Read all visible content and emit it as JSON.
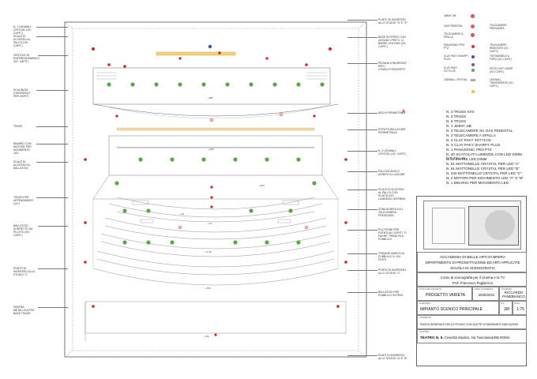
{
  "left_labels": [
    "N. 1 LEDWALL CRYSTAL (vd. capit.)",
    "SCALE DI ACCESSO AL PALCO (vd. capit.)",
    "VENTOLE DI RAFFREDDAMENTO (vd. capit.)",
    "SCALINATA D'INGRESSO PER OSPITI",
    "TRUSS",
    "BINARIO CON MOTORE PER MOVIMENTO LED",
    "SCALE DI ACCESSO AL BALLATOIO",
    "TRUSS PER APPENDIMENTI LUCI",
    "BALLATOIO SORRETTO DA PILOTIS (vd. capit.)",
    "PUNTO DI INGRESSO ALLO STUDIO \"C\"",
    "PASERA METALLICA PER BASE TRUSS"
  ],
  "right_labels": [
    "PUNTO DI INGRESSO ALLO STUDIO \"D\" E \"E\"",
    "BASE IN FERRO CON AGGANCI PER N. 11 BARRE LED DMX (vd. capit.)",
    "PEDANA D'INGRESSO PER I CONDUTTORI/OSPITI",
    "ARCHI PERIMETRALI",
    "STRUTTURA LAYHER PERIMETRALE",
    "N. 3 LEDWALL CRYSTAL (vd. capit.)",
    "PALCOSCENICO ADIBITO A LLAZIONE",
    "SCALE DI ACCESSO AL PALCO CON SCATOLATO LUMINOSO INTERNO",
    "ZONA ADIBITA A N.1 TELECAMERA PRESIDIATA",
    "POLTRONE PER EVENTUALI OSPITI \"O PADRE\" PRIMA FILA PUBBLICO",
    "TRIBUNE ADIBITE AL PUBBLICO N. 194 POSTI",
    "PUNTO DI INGRESSO ALLO STUDIO \"C\"",
    "BALLATOIO PER PUBBLICO IN PIEDI",
    "PUNTI DI INGRESSO ALLO STUDIO \"A\" E \"B\""
  ],
  "legend": [
    {
      "name": "JIMMY JIB",
      "color": "#e05050",
      "side": "left"
    },
    {
      "name": "TELECAMERE PRESIDIATE",
      "color": "#e06060",
      "side": "right"
    },
    {
      "name": "GAS PEDESTAL",
      "color": "#e05050",
      "side": "left"
    },
    {
      "name": "TELECAMERE A SPALLA",
      "color": "#e05050",
      "side": "left"
    },
    {
      "name": "PANASONIC PRO PTZ",
      "color": "#e03030",
      "side": "left"
    },
    {
      "name": "TELECAMERE REMOTATE (vd. capit.)",
      "color": "#cc2222",
      "side": "right"
    },
    {
      "name": "CLAY PAKY SHARPY PLUS",
      "color": "#3a4fc0",
      "side": "left"
    },
    {
      "name": "TESTAMOBILE A FORO (vd. capit.)",
      "color": "#9b3fb0",
      "side": "right"
    },
    {
      "name": "CLAY PAKY XSTYLOS",
      "color": "#4cae4c",
      "side": "left"
    },
    {
      "name": "SPOTLIGHT LASER (vd. capit.)",
      "color": "#4cae4c",
      "side": "right"
    },
    {
      "name": "LEDWALL CRYSTAL",
      "color": "#aaaaaa",
      "side": "left"
    },
    {
      "name": "LEDWALL TRASPARENTE (vd. capit.)",
      "color": "#f0c030",
      "side": "right"
    }
  ],
  "equipment_list": [
    "N. 3 TRUSS XXX",
    "N. 3 TRUSS",
    "N. 6 TRUSS",
    "N. 1 JIMMY JIB",
    "N. 3 TELECAMERE SU GAS PEDESTAL",
    "N. 2 TELECAMERE A SPALLA",
    "N. 4 CLAY PAKY XSTYLOS",
    "N. X CLAY PAKY SHARPY PLUS",
    "N. 1 PANASONIC PRO PTZ",
    "N. 20 SCATOLATI LUMINOSI CON LED DIMM (vd.tav. x)",
    "N. 11 BARRE LED DIMM",
    "N. 91 MATTONELLE CRYSTAL PER LED \"A\"",
    "N. 91 MATTONELLE CRYSTAL PER LED \"B\"",
    "N. 240 MATTONELLE CRYSTAL PER LED \"C\"",
    "N. 2 MOTORI PER MOVIMENTO LED \"A\" E \"B\"",
    "N. 1 BINARIO PER MOVIMENTO LED"
  ],
  "plan_marks": [
    "+380",
    "+250",
    "+240",
    "+16",
    "+13",
    "+1.25",
    "+750",
    "+760"
  ],
  "title_block": {
    "academy": "ACCADEMIA DI BELLE ARTI DI BRERA",
    "department": "DIPARTIMENTO DI PROGETTAZIONE ED ARTI APPLICATE",
    "school": "SCUOLA DI SCENOGRAFIA",
    "course": "Corso di scenografia per il cinema e la TV",
    "professor": "Prof. Francesco Pagliaricco",
    "project_caption": "TITOLO DEL PROGETTO",
    "project": "PROGETTO VARIETA",
    "year_caption": "ANNO ACCADEMICO",
    "year": "2020/2021",
    "student_caption": "STUDENTE",
    "student": "RICCARDO PANEBIANCO",
    "drawing_caption": "ELABORATO",
    "drawing": "IMPIANTO SCENICO PRINCIPALE",
    "table_caption": "TAV.",
    "table": "3/8",
    "scale_caption": "SCALA",
    "scale": "1:75",
    "content_caption": "CONTENUTO",
    "content": "PIANTA GENERALE DELLO STUDIO CON QUOTE DI MASSIMA E INDICAZIONI",
    "location_caption": "LOCATION",
    "location": "TEATRO N. 5",
    "location_detail": "- Cinecittà Studios, Via Tuscolana1055 ROMA"
  },
  "colors": {
    "red": "#dd2222",
    "green": "#55aa44",
    "blue": "#3a4fc0",
    "yellow": "#e8b030",
    "line": "#555555"
  }
}
